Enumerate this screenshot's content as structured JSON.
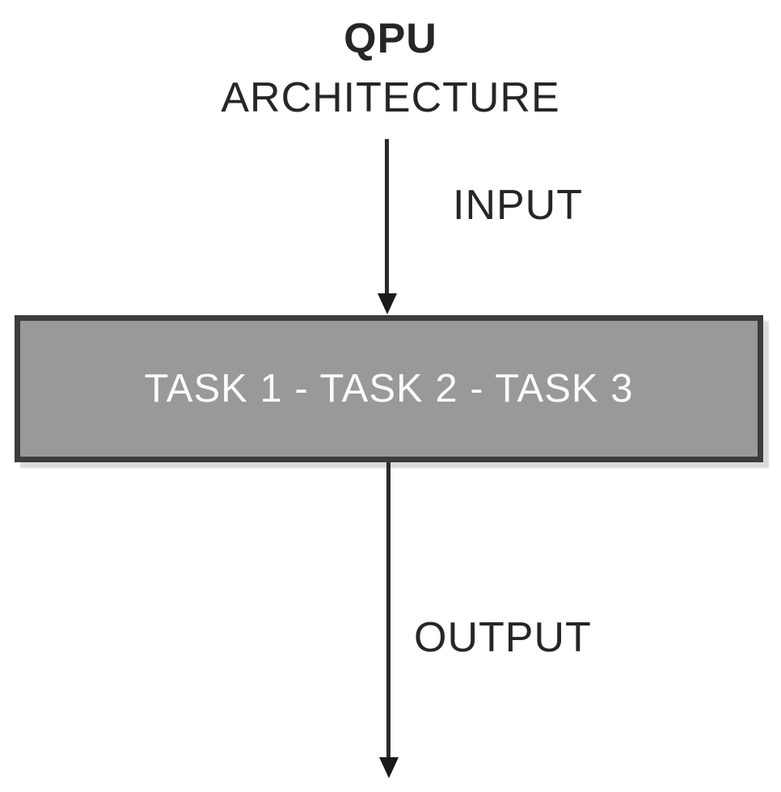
{
  "diagram": {
    "title": {
      "line1": "QPU",
      "line2": "ARCHITECTURE"
    },
    "input_label": "INPUT",
    "output_label": "OUTPUT",
    "task_box": {
      "text": "TASK 1 - TASK 2 - TASK 3"
    },
    "colors": {
      "background": "#ffffff",
      "text": "#262626",
      "arrow": "#2b2b2b",
      "box_fill": "#999999",
      "box_border": "#3c3c3c",
      "box_text": "#fafafa"
    }
  }
}
